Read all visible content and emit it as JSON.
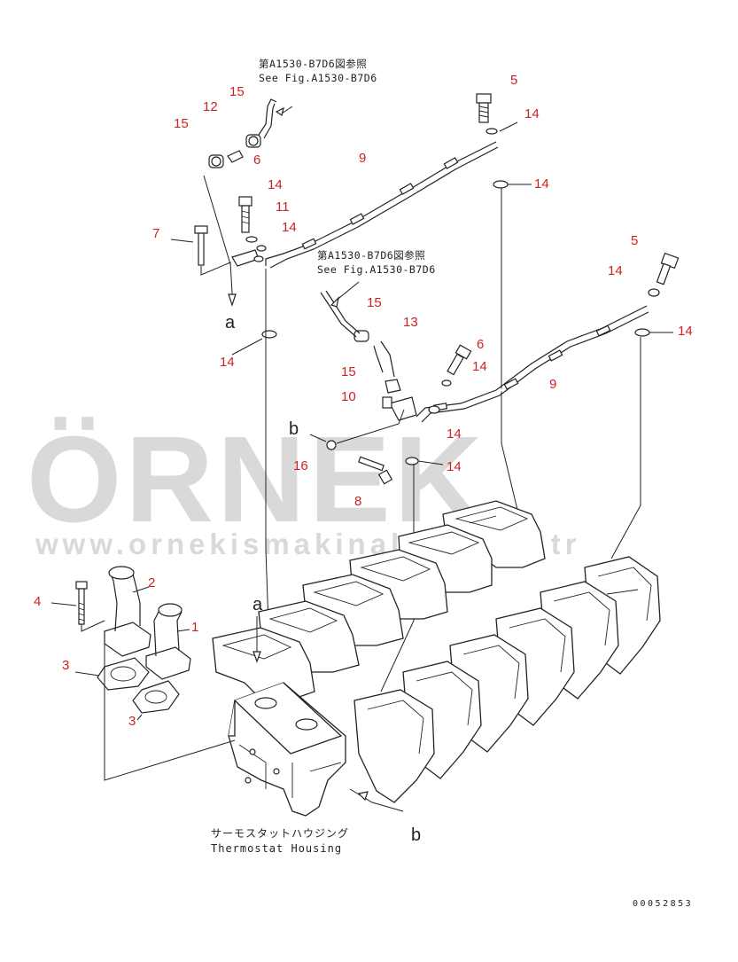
{
  "watermark": {
    "brand": "ÖRNEK",
    "url": "www.ornekismakinalari.com.tr",
    "color": "#d9d9d9",
    "accent": "#f2d000"
  },
  "references": [
    {
      "jp": "第A1530-B7D6図参照",
      "en": "See Fig.A1530-B7D6"
    },
    {
      "jp": "第A1530-B7D6図参照",
      "en": "See Fig.A1530-B7D6"
    }
  ],
  "callouts": [
    "1",
    "2",
    "3",
    "3",
    "4",
    "5",
    "5",
    "6",
    "6",
    "7",
    "8",
    "9",
    "9",
    "10",
    "11",
    "12",
    "13",
    "14",
    "14",
    "14",
    "14",
    "14",
    "14",
    "14",
    "14",
    "14",
    "14",
    "15",
    "15",
    "15",
    "15",
    "16"
  ],
  "letters": [
    "a",
    "a",
    "b",
    "b"
  ],
  "caption": {
    "jp": "サーモスタットハウジング",
    "en": "Thermostat Housing"
  },
  "drawing_code": "00052853",
  "colors": {
    "callout": "#cc2222",
    "line": "#222222"
  }
}
